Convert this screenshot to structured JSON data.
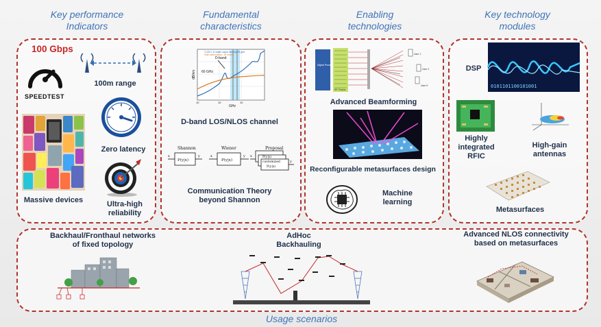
{
  "headers": {
    "kpi": "Key performance\nIndicators",
    "fundamental": "Fundamental\ncharacteristics",
    "enabling": "Enabling\ntechnologies",
    "modules": "Key technology\nmodules",
    "usage": "Usage scenarios"
  },
  "kpi": {
    "rate": "100 Gbps",
    "speedtest": "SPEEDTEST",
    "range": "100m range",
    "latency": "Zero latency",
    "devices": "Massive devices",
    "reliability": "Ultra-high\nreliability"
  },
  "fundamental": {
    "channel": "D-band LOS/NLOS channel",
    "theory": "Communication Theory\nbeyond Shannon",
    "chart_legend_1": "T=25 C & water vapor density 25 g/m",
    "chart_legend_2": "Rain attenuation, 10 mm/hr",
    "chart_ylabel": "dB/km",
    "chart_xlabel": "GHz",
    "chart_dband": "D-band",
    "chart_60ghz": "60 GHz",
    "chart_ticks_x": [
      "10",
      "10",
      "10"
    ],
    "blocks": {
      "shannon_title": "Shannon",
      "shannon_box": "P(y|x)",
      "wiener_title": "Wiener",
      "wiener_box": "P(y|x)",
      "proposal_title": "Proposal",
      "proposal_box_1": "P(y|x)",
      "proposal_box_2": "customized",
      "proposal_box_3": "P(y|x)",
      "x": "x",
      "y": "y"
    }
  },
  "enabling": {
    "beamforming": "Advanced Beamforming",
    "metasurface_design": "Reconfigurable metasurfaces design",
    "ml": "Machine\nlearning",
    "digital_processing": "Digital Processing",
    "rf_chains": "RF Chains",
    "users": [
      "User 1",
      "User 2",
      "User K"
    ]
  },
  "modules": {
    "dsp": "DSP",
    "rfic": "Highly\nintegrated\nRFIC",
    "antennas": "High-gain\nantennas",
    "metasurfaces": "Metasurfaces",
    "binary": "0101101100101001"
  },
  "usage": {
    "backhaul": "Backhaul/Fronthaul networks\nof fixed topology",
    "adhoc": "AdHoc\nBackhauling",
    "nlos": "Advanced NLOS connectivity\nbased on metasurfaces"
  },
  "colors": {
    "header_blue": "#3f74b8",
    "panel_border": "#b0322e",
    "label_navy": "#1e2f4a",
    "rate_red": "#c62828"
  }
}
